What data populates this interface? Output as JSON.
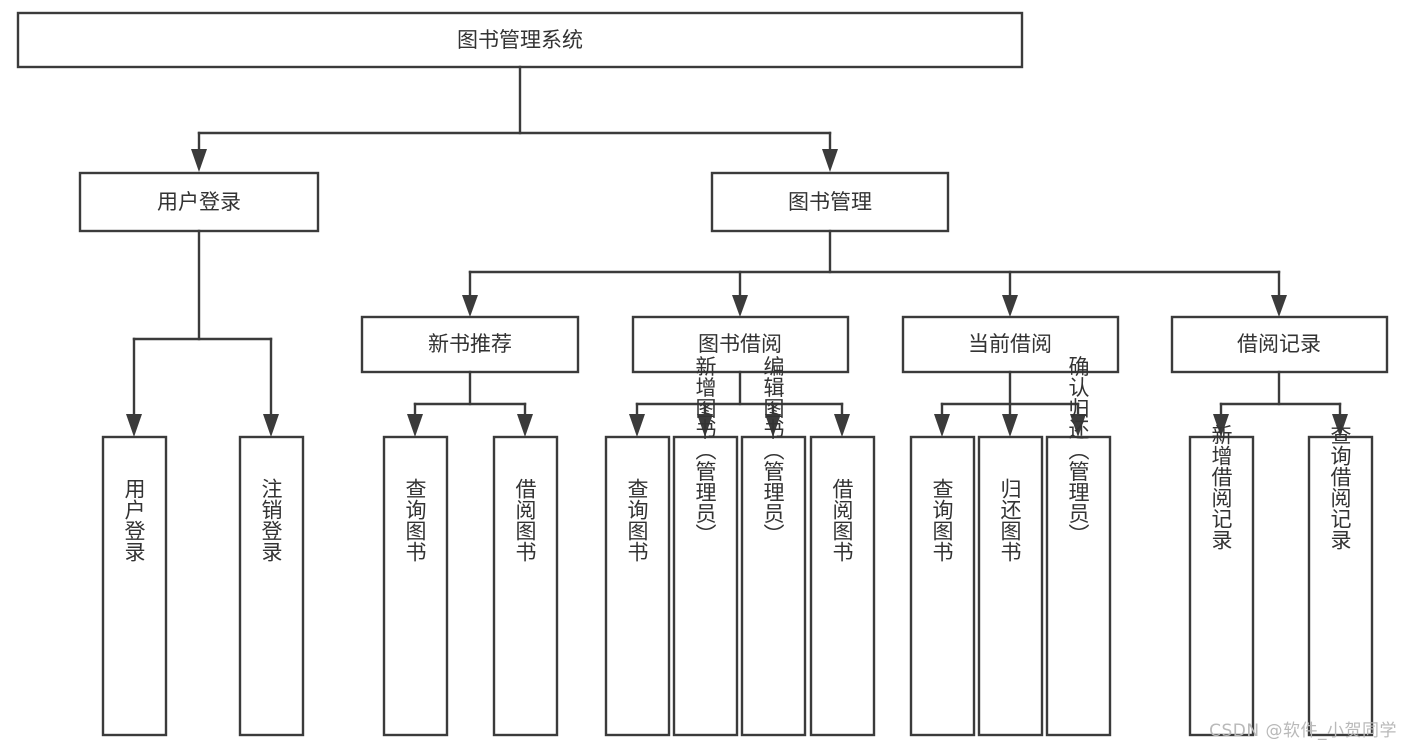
{
  "diagram": {
    "type": "tree-hierarchy",
    "orientation": "top-down",
    "root": {
      "id": "root",
      "label": "图书管理系统"
    },
    "level1": [
      {
        "id": "user-login",
        "label": "用户登录"
      },
      {
        "id": "book-manage",
        "label": "图书管理"
      }
    ],
    "level2": [
      {
        "id": "new-book-rec",
        "label": "新书推荐",
        "parent": "book-manage"
      },
      {
        "id": "book-borrow",
        "label": "图书借阅",
        "parent": "book-manage"
      },
      {
        "id": "current-borrow",
        "label": "当前借阅",
        "parent": "book-manage"
      },
      {
        "id": "borrow-record",
        "label": "借阅记录",
        "parent": "book-manage"
      }
    ],
    "leaves": [
      {
        "id": "leaf-user-login",
        "label": "用户登录",
        "parent": "user-login"
      },
      {
        "id": "leaf-logout-login",
        "label": "注销登录",
        "parent": "user-login"
      },
      {
        "id": "leaf-query-book-1",
        "label": "查询图书",
        "parent": "new-book-rec"
      },
      {
        "id": "leaf-borrow-book-1",
        "label": "借阅图书",
        "parent": "new-book-rec"
      },
      {
        "id": "leaf-query-book-2",
        "label": "查询图书",
        "parent": "book-borrow"
      },
      {
        "id": "leaf-add-book",
        "label": "新增图书（管理员）",
        "parent": "book-borrow"
      },
      {
        "id": "leaf-edit-book",
        "label": "编辑图书（管理员）",
        "parent": "book-borrow"
      },
      {
        "id": "leaf-borrow-book-2",
        "label": "借阅图书",
        "parent": "book-borrow"
      },
      {
        "id": "leaf-query-book-3",
        "label": "查询图书",
        "parent": "current-borrow"
      },
      {
        "id": "leaf-return-book",
        "label": "归还图书",
        "parent": "current-borrow"
      },
      {
        "id": "leaf-confirm-return",
        "label": "确认归还（管理员）",
        "parent": "current-borrow"
      },
      {
        "id": "leaf-add-record",
        "label": "新增借阅记录",
        "parent": "borrow-record"
      },
      {
        "id": "leaf-query-record",
        "label": "查询借阅记录",
        "parent": "borrow-record"
      }
    ],
    "colors": {
      "box_border": "#3b3b3b",
      "box_fill": "#ffffff",
      "text": "#333333",
      "connector": "#3b3b3b",
      "background": "#ffffff",
      "watermark": "#b9b9b9"
    }
  },
  "watermark": {
    "text": "CSDN @软件_小贺同学"
  }
}
